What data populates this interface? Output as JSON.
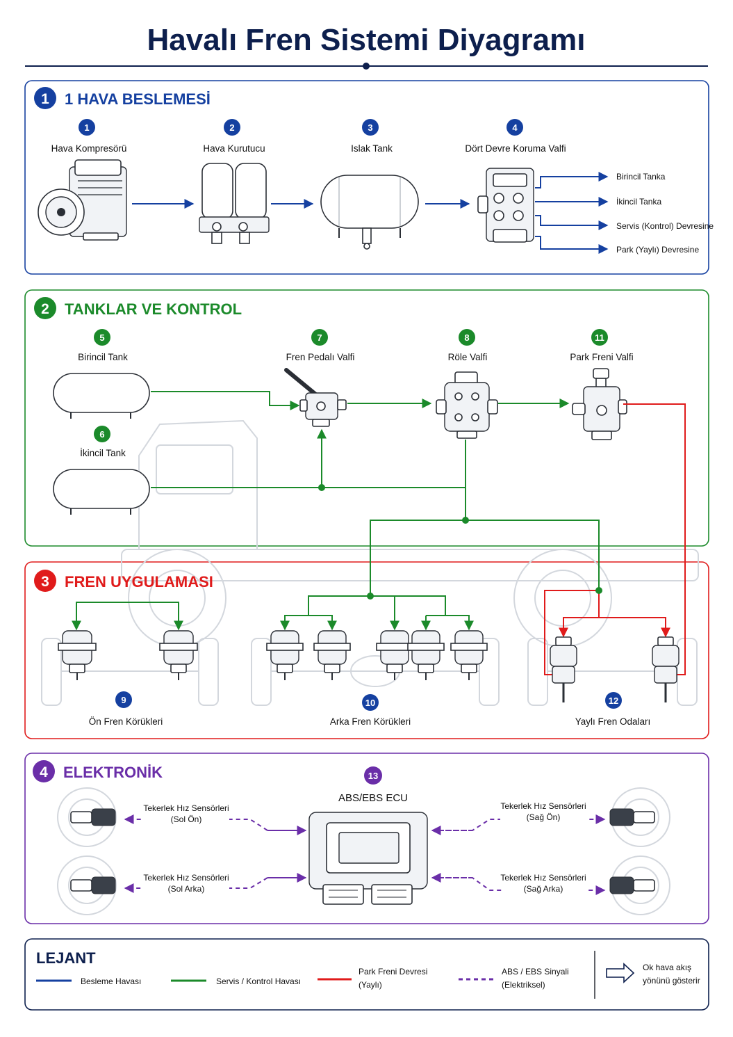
{
  "title": "Havalı Fren Sistemi Diyagramı",
  "colors": {
    "navy": "#0d1f4d",
    "supply": "#1540a0",
    "service": "#1b8a2a",
    "park": "#e01b1b",
    "signal": "#6a2ea8"
  },
  "sections": [
    {
      "number": "1",
      "title": "1 HAVA BESLEMESİ",
      "color": "#1540a0"
    },
    {
      "number": "2",
      "title": "TANKLAR VE KONTROL",
      "color": "#1b8a2a"
    },
    {
      "number": "3",
      "title": "FREN UYGULAMASI",
      "color": "#e01b1b"
    },
    {
      "number": "4",
      "title": "ELEKTRONİK",
      "color": "#6a2ea8"
    }
  ],
  "components": [
    {
      "number": "1",
      "label": "Hava Kompresörü",
      "icon": "compressor-icon"
    },
    {
      "number": "2",
      "label": "Hava Kurutucu",
      "icon": "air-dryer-icon"
    },
    {
      "number": "3",
      "label": "Islak Tank",
      "icon": "tank-icon"
    },
    {
      "number": "4",
      "label": "Dört Devre Koruma Valfi",
      "icon": "valve-icon"
    },
    {
      "number": "5",
      "label": "Birincil Tank",
      "icon": "tank-icon"
    },
    {
      "number": "6",
      "label": "İkincil Tank",
      "icon": "tank-icon"
    },
    {
      "number": "7",
      "label": "Fren Pedalı Valfi",
      "icon": "pedal-valve-icon"
    },
    {
      "number": "8",
      "label": "Röle Valfi",
      "icon": "relay-valve-icon"
    },
    {
      "number": "11",
      "label": "Park Freni Valfi",
      "icon": "park-valve-icon"
    },
    {
      "number": "9",
      "label": "Ön Fren Körükleri",
      "icon": "brake-chamber-icon"
    },
    {
      "number": "10",
      "label": "Arka Fren Körükleri",
      "icon": "brake-chamber-icon"
    },
    {
      "number": "12",
      "label": "Yaylı Fren Odaları",
      "icon": "spring-brake-icon"
    },
    {
      "number": "13",
      "label": "ABS/EBS ECU",
      "icon": "ecu-icon"
    }
  ],
  "outputs": [
    "Birincil Tanka",
    "İkincil Tanka",
    "Servis (Kontrol) Devresine",
    "Park (Yaylı) Devresine"
  ],
  "sensors": [
    {
      "line1": "Tekerlek Hız Sensörleri",
      "line2": "(Sol Ön)"
    },
    {
      "line1": "Tekerlek Hız Sensörleri",
      "line2": "(Sol Arka)"
    },
    {
      "line1": "Tekerlek Hız Sensörleri",
      "line2": "(Sağ Ön)"
    },
    {
      "line1": "Tekerlek Hız Sensörleri",
      "line2": "(Sağ Arka)"
    }
  ],
  "legend": {
    "title": "LEJANT",
    "items": [
      {
        "label": "Besleme Havası",
        "line2": "",
        "color": "#1540a0",
        "style": "solid"
      },
      {
        "label": "Servis / Kontrol Havası",
        "line2": "",
        "color": "#1b8a2a",
        "style": "solid"
      },
      {
        "label": "Park Freni Devresi",
        "line2": "(Yaylı)",
        "color": "#e01b1b",
        "style": "solid"
      },
      {
        "label": "ABS / EBS Sinyali",
        "line2": "(Elektriksel)",
        "color": "#6a2ea8",
        "style": "dashed"
      }
    ],
    "arrow_note_line1": "Ok hava akış",
    "arrow_note_line2": "yönünü gösterir"
  }
}
